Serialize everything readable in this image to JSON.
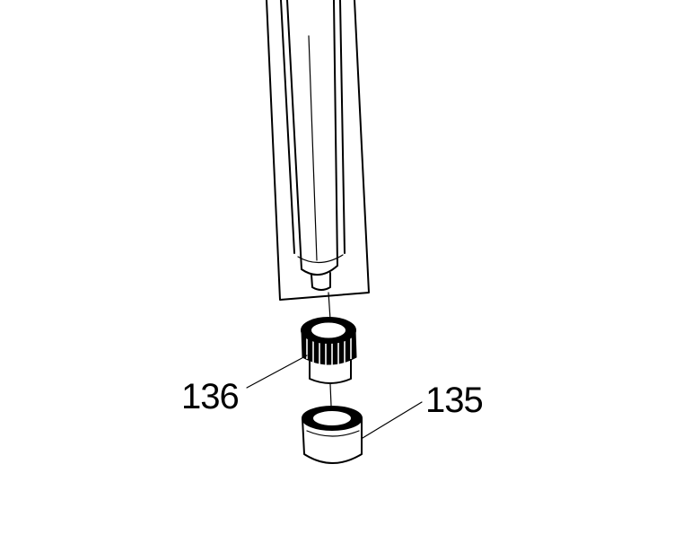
{
  "diagram": {
    "parts": [
      {
        "id": "136",
        "label": "136"
      },
      {
        "id": "135",
        "label": "135"
      }
    ]
  }
}
